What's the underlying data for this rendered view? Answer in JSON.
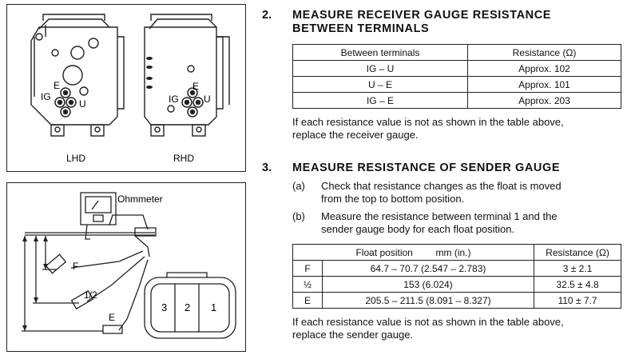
{
  "figure1": {
    "label_ig_left": "IG",
    "label_e_left": "E",
    "label_u_left": "U",
    "label_ig_right": "IG",
    "label_e_right": "E",
    "label_u_right": "U",
    "caption_lhd": "LHD",
    "caption_rhd": "RHD"
  },
  "figure2": {
    "ohmmeter_label": "Ohmmeter",
    "float_f": "F",
    "float_half": "1/2",
    "float_e": "E",
    "terminal_3": "3",
    "terminal_2": "2",
    "terminal_1": "1"
  },
  "section2": {
    "number": "2.",
    "title_line1": "MEASURE RECEIVER GAUGE RESISTANCE",
    "title_line2": "BETWEEN TERMINALS",
    "table": {
      "headers": [
        "Between terminals",
        "Resistance (Ω)"
      ],
      "rows": [
        [
          "IG – U",
          "Approx. 102"
        ],
        [
          "U – E",
          "Approx. 101"
        ],
        [
          "IG – E",
          "Approx. 203"
        ]
      ]
    },
    "note_line1": "If each resistance value is not as shown in the table above,",
    "note_line2": "replace the receiver gauge."
  },
  "section3": {
    "number": "3.",
    "title": "MEASURE RESISTANCE OF SENDER GAUGE",
    "item_a_label": "(a)",
    "item_a_line1": "Check that resistance changes as the float is moved",
    "item_a_line2": "from the top to bottom position.",
    "item_b_label": "(b)",
    "item_b_line1": "Measure the resistance between terminal 1 and the",
    "item_b_line2": "sender gauge body for each float position.",
    "table": {
      "header_float": "Float position",
      "header_unit": "mm (in.)",
      "header_resistance": "Resistance (Ω)",
      "rows": [
        [
          "F",
          "64.7 – 70.7 (2.547 – 2.783)",
          "3 ± 2.1"
        ],
        [
          "½",
          "153 (6.024)",
          "32.5 ± 4.8"
        ],
        [
          "E",
          "205.5 – 211.5 (8.091 – 8.327)",
          "110 ± 7.7"
        ]
      ]
    },
    "note_line1": "If each resistance value is not as shown in the table above,",
    "note_line2": "replace the sender gauge."
  }
}
